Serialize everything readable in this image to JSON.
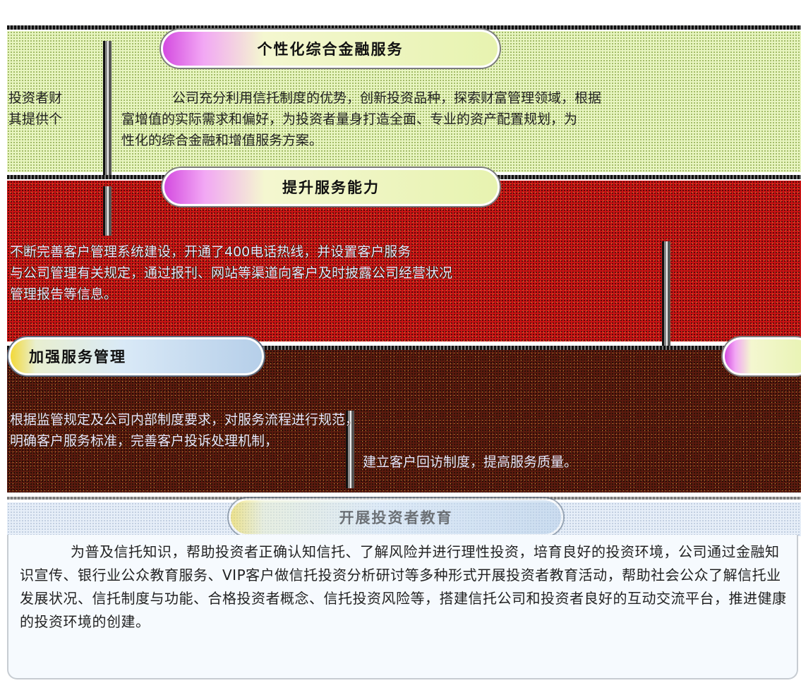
{
  "sections": {
    "personalized": {
      "title": "个性化综合金融服务",
      "left_fragment_1": "投资者财",
      "left_fragment_2": "其提供个",
      "body_line_1": "公司充分利用信托制度的优势，创新投资品种，探索财富管理领域，根据",
      "body_line_2": "富增值的实际需求和偏好，为投资者量身打造全面、专业的资产配置规划，为",
      "body_line_3": "性化的综合金融和增值服务方案。"
    },
    "capability": {
      "title": "提升服务能力",
      "body_line_1": "不断完善客户管理系统建设，开通了400电话热线，并设置客户服务",
      "body_line_2": "与公司管理有关规定，通过报刊、网站等渠道向客户及时披露公司经营状况",
      "body_line_3": "管理报告等信息。"
    },
    "management": {
      "title": "加强服务管理",
      "body_line_1": "根据监管规定及公司内部制度要求，对服务流程进行规范，",
      "body_line_2": "明确客户服务标准，完善客户投诉处理机制，",
      "body_line_3": "建立客户回访制度，提高服务质量。"
    },
    "education": {
      "title": "开展投资者教育",
      "body": "为普及信托知识，帮助投资者正确认知信托、了解风险并进行理性投资，培育良好的投资环境，公司通过金融知识宣传、银行业公众教育服务、VIP客户做信托投资分析研讨等多种形式开展投资者教育活动，帮助社会公众了解信托业发展状况、信托制度与功能、合格投资者概念、信托投资风险等，搭建信托公司和投资者良好的互动交流平台，推进健康的投资环境的创建。"
    }
  },
  "colors": {
    "green_band": "#e8f5c0",
    "red_band": "#c81414",
    "dark_band": "#5a1a0e",
    "blue_panel": "#f6fafe"
  }
}
